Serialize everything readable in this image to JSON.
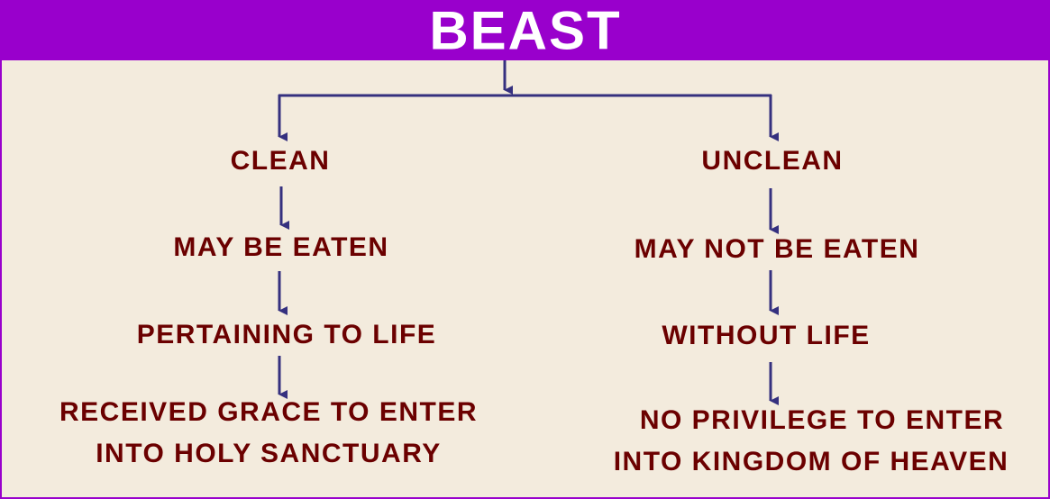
{
  "title": "BEAST",
  "colors": {
    "header": "#9900cc",
    "background": "#f3ebdd",
    "arrow": "#35307f",
    "text": "#6b0000"
  },
  "left": {
    "label": "CLEAN",
    "steps": [
      "MAY BE EATEN",
      "PERTAINING TO LIFE"
    ],
    "outcome": [
      "RECEIVED GRACE TO ENTER",
      "INTO HOLY SANCTUARY"
    ]
  },
  "right": {
    "label": "UNCLEAN",
    "steps": [
      "MAY NOT BE EATEN",
      "WITHOUT LIFE"
    ],
    "outcome": [
      "NO PRIVILEGE TO ENTER",
      "INTO KINGDOM OF HEAVEN"
    ]
  }
}
